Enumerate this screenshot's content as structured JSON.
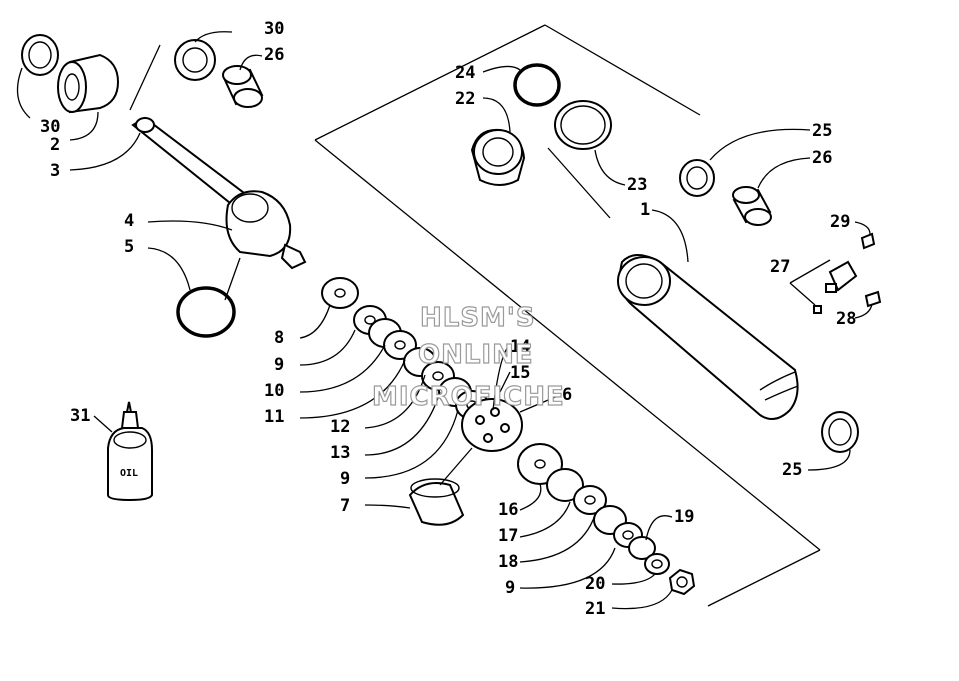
{
  "watermark": {
    "line1": "HLSM'S",
    "line2": "ONLINE",
    "line3": "MICROFICHE"
  },
  "oil_label": "OIL",
  "callouts": {
    "c30a": "30",
    "c26a": "26",
    "c30b": "30",
    "c2": "2",
    "c3": "3",
    "c4": "4",
    "c5": "5",
    "c8": "8",
    "c9a": "9",
    "c10": "10",
    "c11": "11",
    "c12": "12",
    "c13": "13",
    "c9b": "9",
    "c7": "7",
    "c31": "31",
    "c14": "14",
    "c15": "15",
    "c6": "6",
    "c16": "16",
    "c17": "17",
    "c18": "18",
    "c9c": "9",
    "c19": "19",
    "c20": "20",
    "c21": "21",
    "c24": "24",
    "c22": "22",
    "c23": "23",
    "c1": "1",
    "c25a": "25",
    "c26b": "26",
    "c29": "29",
    "c27": "27",
    "c28": "28",
    "c25b": "25"
  }
}
